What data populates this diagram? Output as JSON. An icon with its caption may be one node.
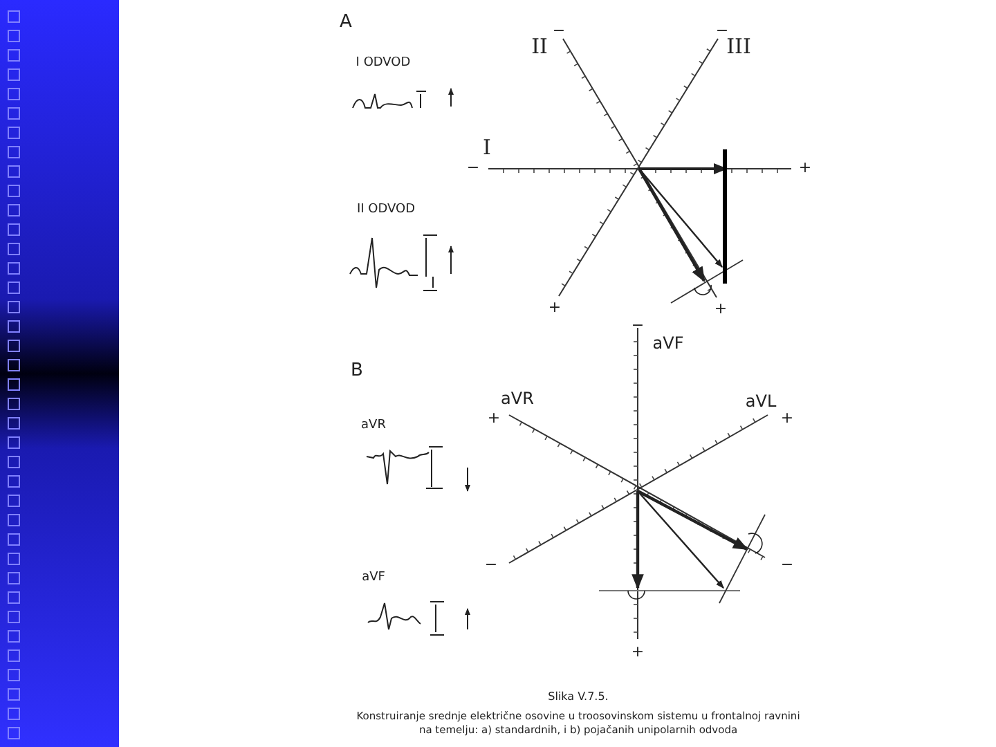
{
  "diagram": {
    "title": "Slika V.7.5.",
    "caption": "Konstruiranje srednje električne osovine u troosovinskom sistemu u frontalnoj ravnini na temelju: a) standardnih, i b) pojačanih unipolarnih odvoda",
    "labels": [
      "A",
      "−",
      "II",
      "−",
      "III",
      "I ODVOD",
      "I",
      "−",
      "+",
      "II ODVOD",
      "+",
      "+",
      "−",
      "aVF",
      "B",
      "aVR",
      "aVL",
      "+",
      "+",
      "aVR",
      "−",
      "−",
      "aVF",
      "+"
    ]
  }
}
